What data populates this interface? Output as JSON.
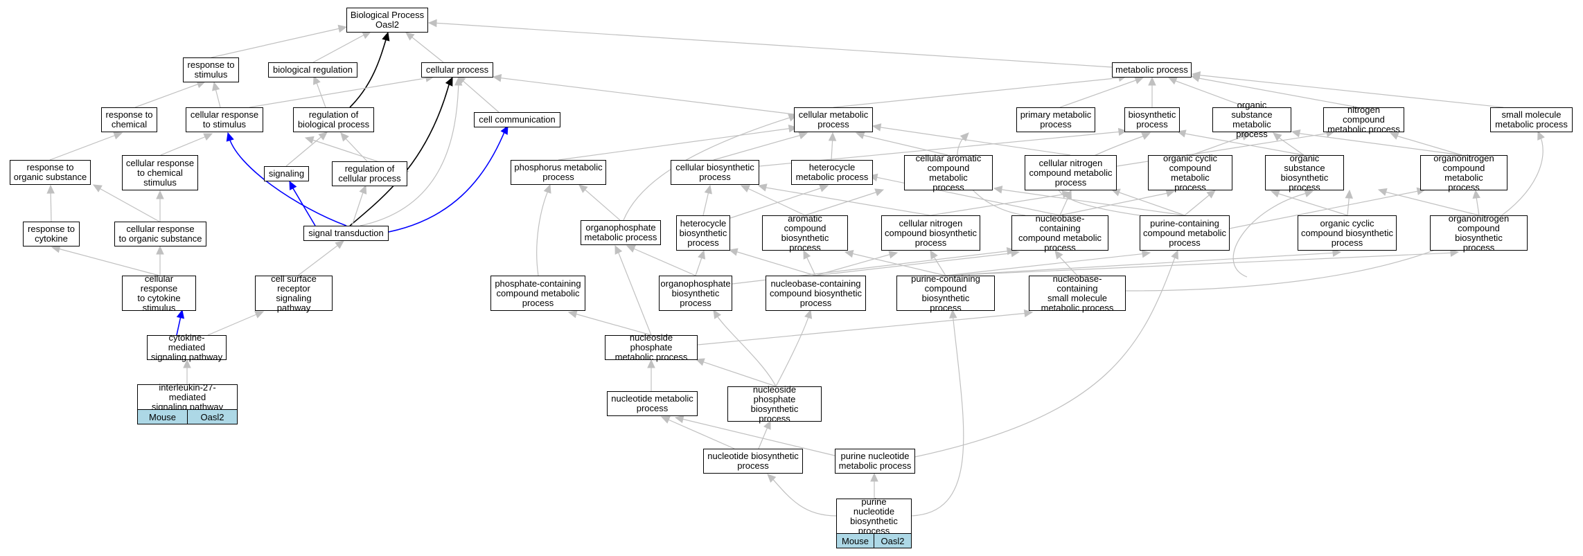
{
  "nodes": {
    "root": "Biological Process\nOasl2",
    "resp_stim": "response to\nstimulus",
    "bio_reg": "biological regulation",
    "cell_proc": "cellular process",
    "met_proc": "metabolic process",
    "resp_chem": "response to\nchemical",
    "cell_resp_stim": "cellular response\nto stimulus",
    "reg_bio": "regulation of\nbiological process",
    "cell_comm": "cell communication",
    "cell_met": "cellular metabolic\nprocess",
    "prim_met": "primary metabolic\nprocess",
    "biosyn": "biosynthetic\nprocess",
    "org_sub_met": "organic substance\nmetabolic process",
    "nit_comp_met": "nitrogen compound\nmetabolic process",
    "small_mol": "small molecule\nmetabolic process",
    "resp_org_sub": "response to\norganic substance",
    "cell_resp_chem": "cellular response\nto chemical\nstimulus",
    "signaling": "signaling",
    "reg_cell": "regulation of\ncellular process",
    "phos_met": "phosphorus metabolic\nprocess",
    "cell_biosyn": "cellular biosynthetic\nprocess",
    "hetero_met": "heterocycle\nmetabolic process",
    "cell_arom": "cellular aromatic\ncompound metabolic\nprocess",
    "cell_nit_met": "cellular nitrogen\ncompound metabolic\nprocess",
    "org_cyc_met": "organic cyclic\ncompound metabolic\nprocess",
    "org_sub_bio": "organic substance\nbiosynthetic\nprocess",
    "organonit_met": "organonitrogen\ncompound metabolic\nprocess",
    "resp_cyt": "response to\ncytokine",
    "cell_resp_org": "cellular response\nto organic substance",
    "sig_trans": "signal transduction",
    "organophos_met": "organophosphate\nmetabolic process",
    "hetero_bio": "heterocycle\nbiosynthetic\nprocess",
    "arom_bio": "aromatic compound\nbiosynthetic\nprocess",
    "cell_nit_bio": "cellular nitrogen\ncompound biosynthetic\nprocess",
    "nucbase_met": "nucleobase-containing\ncompound metabolic\nprocess",
    "purine_met": "purine-containing\ncompound metabolic\nprocess",
    "org_cyc_bio": "organic cyclic\ncompound biosynthetic\nprocess",
    "organonit_bio": "organonitrogen\ncompound biosynthetic\nprocess",
    "cell_resp_cyt": "cellular response\nto cytokine\nstimulus",
    "cell_surface": "cell surface\nreceptor signaling\npathway",
    "phosphate_met": "phosphate-containing\ncompound metabolic\nprocess",
    "organophos_bio": "organophosphate\nbiosynthetic\nprocess",
    "nucbase_bio": "nucleobase-containing\ncompound biosynthetic\nprocess",
    "purine_bio": "purine-containing\ncompound biosynthetic\nprocess",
    "nucbase_small": "nucleobase-containing\nsmall molecule\nmetabolic process",
    "cyt_med": "cytokine-mediated\nsignaling pathway",
    "nuc_phos_met": "nucleoside phosphate\nmetabolic process",
    "il27": "interleukin-27-mediated\nsignaling pathway",
    "nucleotide_met": "nucleotide metabolic\nprocess",
    "nuc_phos_bio": "nucleoside phosphate\nbiosynthetic\nprocess",
    "nucleotide_bio": "nucleotide biosynthetic\nprocess",
    "purine_nuc_met": "purine nucleotide\nmetabolic process",
    "purine_nuc_bio": "purine nucleotide\nbiosynthetic\nprocess"
  },
  "tags": {
    "il27_species": "Mouse",
    "il27_gene": "Oasl2",
    "pnb_species": "Mouse",
    "pnb_gene": "Oasl2"
  },
  "edge_colors": {
    "default": "#c0c0c0",
    "regulates": "#000000",
    "positive": "#0000ff",
    "tag_fill": "#add8e6"
  }
}
